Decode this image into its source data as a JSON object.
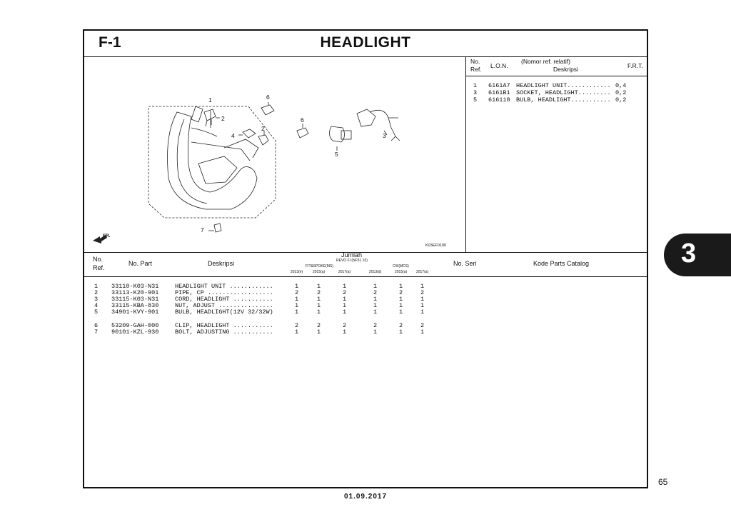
{
  "header": {
    "section_code": "F-1",
    "title": "HEADLIGHT"
  },
  "illustration": {
    "callouts": [
      "1",
      "2",
      "2",
      "3",
      "4",
      "5",
      "6",
      "6",
      "7"
    ],
    "direction_label": "FR.",
    "figure_code": "K03EF0100"
  },
  "lon_table": {
    "headers": {
      "no_ref_1": "No.",
      "no_ref_2": "Ref.",
      "lon": "L.O.N.",
      "desc_1": "(Nomor ref. relatif)",
      "desc_2": "Deskripsi",
      "frt": "F.R.T."
    },
    "rows": [
      {
        "ref": "1",
        "lon": "6161A7",
        "desc": "HEADLIGHT UNIT............",
        "frt": "0,4"
      },
      {
        "ref": "3",
        "lon": "6161B1",
        "desc": "SOCKET, HEADLIGHT.........",
        "frt": "0,2"
      },
      {
        "ref": "5",
        "lon": "616118",
        "desc": "BULB, HEADLIGHT...........",
        "frt": "0,2"
      }
    ]
  },
  "parts_table": {
    "headers": {
      "no_ref_1": "No.",
      "no_ref_2": "Ref.",
      "no_part": "No. Part",
      "deskripsi": "Deskripsi",
      "jumlah": "Jumlah",
      "model_group": "REVO FI (NF51 10)",
      "sub_group_1": "FIT&SPOKE(MS)",
      "sub_group_2": "CW(MCS)",
      "years": [
        "2013(e)",
        "2015(a)",
        "2017(a)",
        "2013(d)",
        "2015(a)",
        "2017(a)"
      ],
      "no_seri": "No. Seri",
      "kode_catalog": "Kode Parts Catalog"
    },
    "rows": [
      {
        "ref": "1",
        "part": "33110-K03-N31",
        "desc": "HEADLIGHT UNIT ............",
        "qty": [
          "1",
          "1",
          "1",
          "1",
          "1",
          "1"
        ]
      },
      {
        "ref": "2",
        "part": "33113-K20-901",
        "desc": "PIPE, CP ..................",
        "qty": [
          "2",
          "2",
          "2",
          "2",
          "2",
          "2"
        ]
      },
      {
        "ref": "3",
        "part": "33115-K03-N31",
        "desc": "CORD, HEADLIGHT ...........",
        "qty": [
          "1",
          "1",
          "1",
          "1",
          "1",
          "1"
        ]
      },
      {
        "ref": "4",
        "part": "33115-KBA-830",
        "desc": "NUT, ADJUST ...............",
        "qty": [
          "1",
          "1",
          "1",
          "1",
          "1",
          "1"
        ]
      },
      {
        "ref": "5",
        "part": "34901-KVY-901",
        "desc": "BULB, HEADLIGHT(12V 32/32W)",
        "qty": [
          "1",
          "1",
          "1",
          "1",
          "1",
          "1"
        ]
      },
      {
        "ref": "6",
        "part": "53209-GAH-000",
        "desc": "CLIP, HEADLIGHT ...........",
        "qty": [
          "2",
          "2",
          "2",
          "2",
          "2",
          "2"
        ]
      },
      {
        "ref": "7",
        "part": "90101-KZL-930",
        "desc": "BOLT, ADJUSTING ...........",
        "qty": [
          "1",
          "1",
          "1",
          "1",
          "1",
          "1"
        ]
      }
    ]
  },
  "section_tab": "3",
  "page_number": "65",
  "date": "01.09.2017"
}
